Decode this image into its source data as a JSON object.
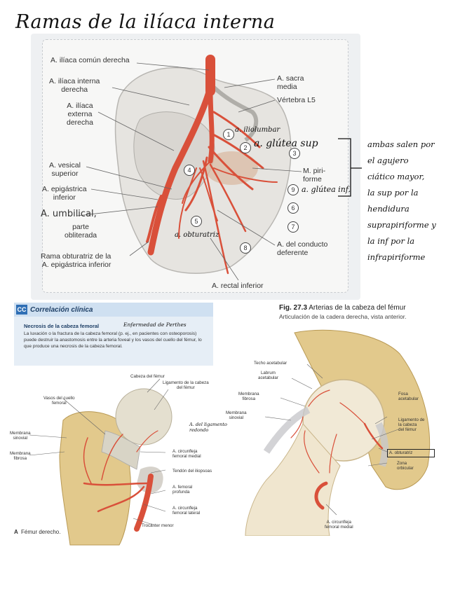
{
  "title": "Ramas de la ilíaca interna",
  "top_figure": {
    "labels": {
      "iliaca_comun": "A. ilíaca común derecha",
      "iliaca_interna": "A. ilíaca interna\nderecha",
      "iliaca_externa": "A. ilíaca\nexterna\nderecha",
      "vesical": "A. vesical\nsuperior",
      "epigastrica": "A. epigástrica\ninferior",
      "umbilical": "A. umbilical,",
      "umbilical_2": "parte\nobliterada",
      "rama_obt": "Rama obturatriz de la\nA. epigástrica inferior",
      "sacra": "A. sacra\nmedia",
      "vertebra": "Vértebra L5",
      "piriforme": "M. piri-\nforme",
      "conducto": "A. del conducto\ndeferente",
      "rectal": "A. rectal inferior"
    },
    "numbers": [
      "1",
      "2",
      "3",
      "4",
      "5",
      "6",
      "7",
      "8",
      "9"
    ],
    "handwriting": {
      "iliolumbar": "a. iliolumbar",
      "glutea_sup": "a. glútea sup",
      "glutea_inf": "a. glútea inf.",
      "obturatriz": "a. obturatriz",
      "note": "ambas salen por\nel agujero\nciático mayor,\nla sup por la\nhendidura\nsuprapiriforme y\nla inf por la\ninfrapiriforme"
    }
  },
  "clinical": {
    "icon": "CC",
    "header": "Correlación clínica",
    "heading": "Necrosis de la cabeza femoral",
    "handwriting": "Enfermedad de Perthes",
    "body": "La luxación o la fractura de la cabeza femoral (p. ej., en pacientes con osteoporosis) puede destruir la anastomosis entre la arteria foveal y los vasos del cuello del fémur, lo que produce una necrosis de la cabeza femoral.",
    "labels": {
      "cabeza": "Cabeza del fémur",
      "ligamento": "Ligamento de la cabeza\ndel fémur",
      "vasos": "Vasos del cuello\nfemoral",
      "membrana_sinovial": "Membrana\nsinovial",
      "membrana_fibrosa": "Membrana\nfibrosa",
      "circ_medial": "A. circunfleja\nfemoral medial",
      "tendon": "Tendón del iliopsoas",
      "femoral_profunda": "A. femoral\nprofunda",
      "circ_lateral": "A. circunfleja\nfemoral lateral",
      "trocanter": "Trocánter menor",
      "caption_letter": "A",
      "caption": "Fémur derecho.",
      "hand_lig": "A. del ligamento\nredondo"
    }
  },
  "fig273": {
    "title": "Fig. 27.3",
    "title_rest": "Arterias de la cabeza del fémur",
    "subtitle": "Articulación de la cadera derecha, vista anterior.",
    "labels": {
      "techo": "Techo acetabular",
      "labrum": "Labrum\nacetabular",
      "memb_fibrosa": "Membrana\nfibrosa",
      "memb_sinovial": "Membrana\nsinovial",
      "fosa": "Fosa\nacetabular",
      "lig_cabeza": "Ligamento de\nla cabeza\ndel fémur",
      "obturatriz": "A. obturatriz",
      "zona": "Zona\norbicular",
      "circ_medial": "A. circunfleja\nfemoral medial"
    }
  }
}
